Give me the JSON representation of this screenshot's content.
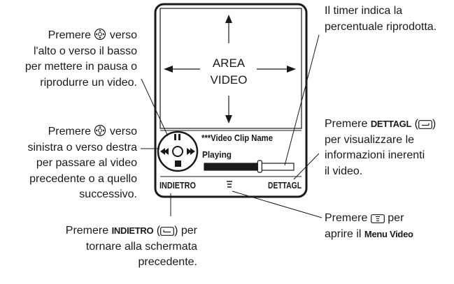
{
  "screen": {
    "area_label_1": "AREA",
    "area_label_2": "VIDEO",
    "clip_name": "***Video Clip Name",
    "status": "Playing",
    "left_softkey": "INDIETRO",
    "right_softkey": "DETTAGL",
    "progress": 0.62
  },
  "callouts": {
    "top_left": {
      "line1_pre": "Premere",
      "line1_post": "verso",
      "line2": "l'alto o verso il basso",
      "line3": "per mettere in pausa o",
      "line4": "riprodurre un video."
    },
    "mid_left": {
      "line1_pre": "Premere",
      "line1_post": "verso",
      "line2": "sinistra o verso destra",
      "line3": "per passare al video",
      "line4": "precedente o a quello",
      "line5": "successivo."
    },
    "bottom_left": {
      "line1_pre": "Premere",
      "key": "INDIETRO",
      "line1_post": ") per",
      "line2": "tornare alla schermata",
      "line3": "precedente."
    },
    "top_right": {
      "line1": "Il timer indica la",
      "line2": "percentuale riprodotta."
    },
    "mid_right": {
      "line1_pre": "Premere",
      "key": "DETTAGL",
      "line1_post": ")",
      "line2": "per visualizzare le",
      "line3": "informazioni inerenti",
      "line4": "il video."
    },
    "bottom_right": {
      "line1_pre": "Premere",
      "line1_post": "per",
      "line2_pre": "aprire il",
      "menu_name": "Menu Video"
    }
  }
}
